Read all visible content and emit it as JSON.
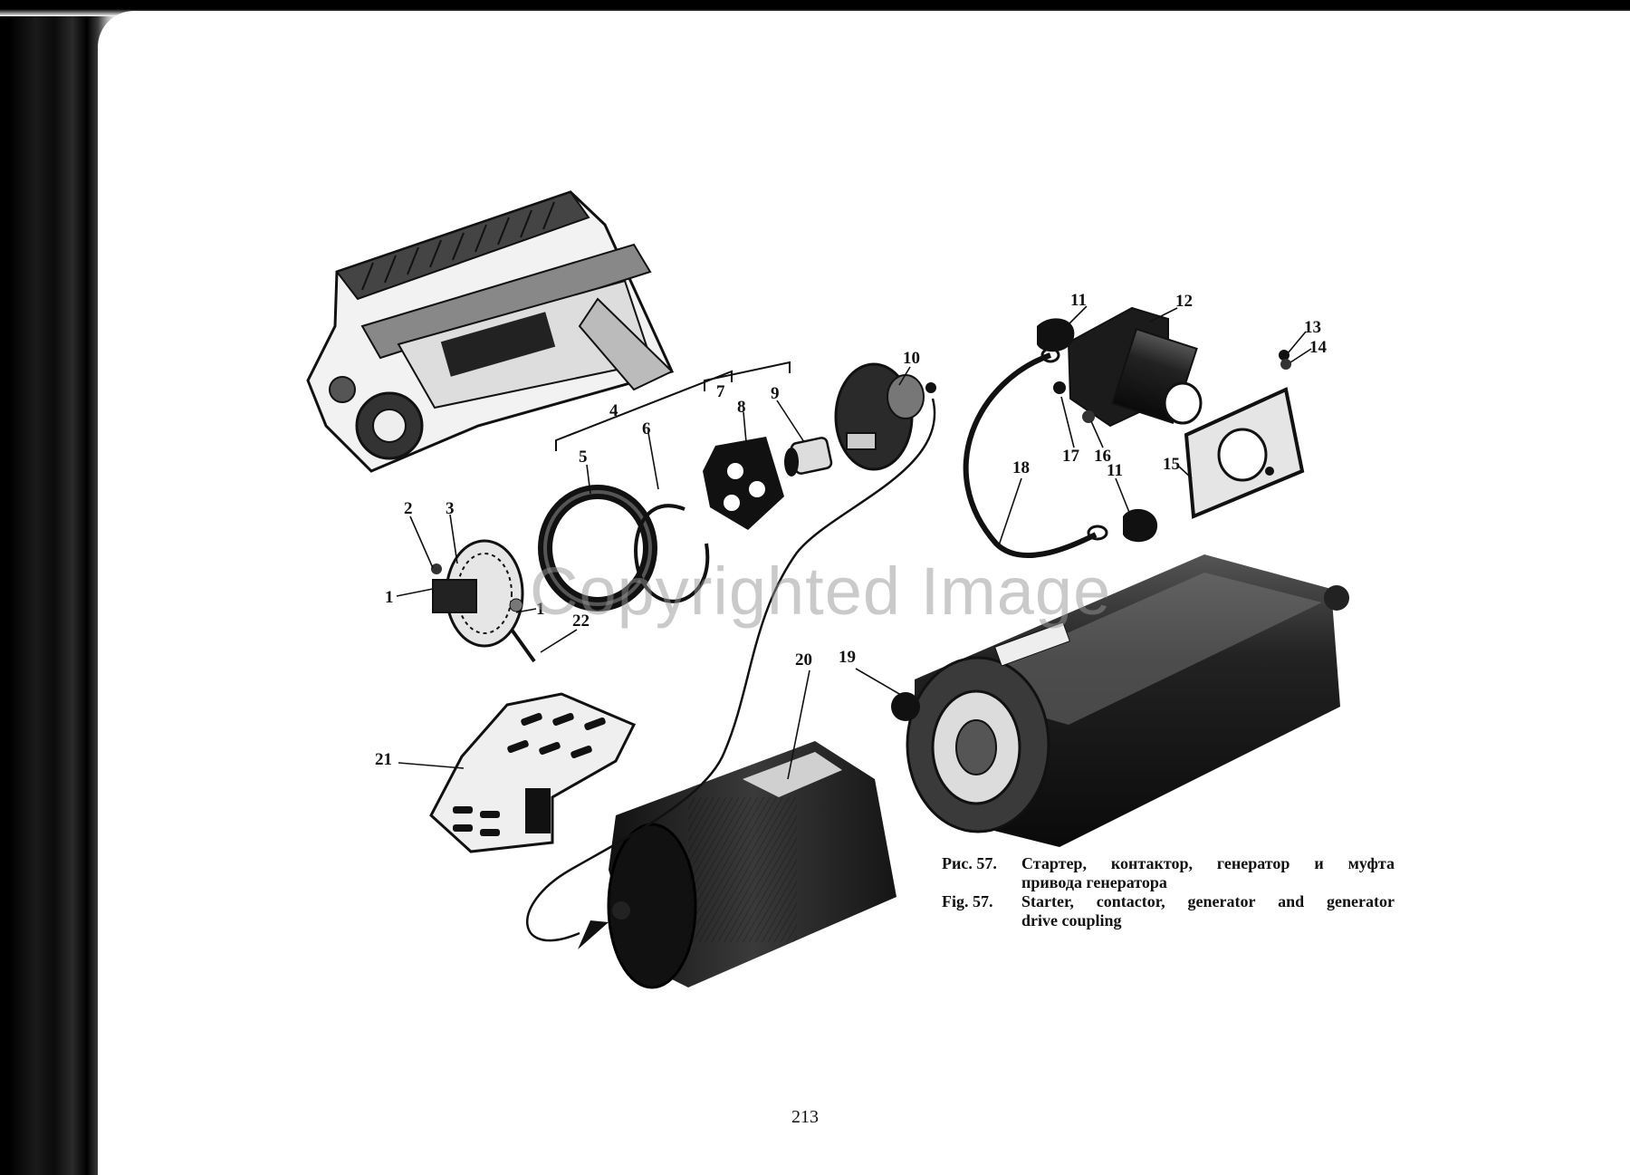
{
  "callouts": {
    "c1a": "1",
    "c1b": "1",
    "c2": "2",
    "c3": "3",
    "c4": "4",
    "c5": "5",
    "c6": "6",
    "c7": "7",
    "c8": "8",
    "c9": "9",
    "c10": "10",
    "c11a": "11",
    "c11b": "11",
    "c12": "12",
    "c13": "13",
    "c14": "14",
    "c15": "15",
    "c16": "16",
    "c17": "17",
    "c18": "18",
    "c19": "19",
    "c20": "20",
    "c21": "21",
    "c22": "22"
  },
  "watermark": "Copyrighted Image",
  "caption": {
    "ru_prefix": "Рис. 57.",
    "ru_line1": "Стартер, контактор, генератор и муфта",
    "ru_line2": "привода генератора",
    "en_prefix": "Fig. 57.",
    "en_line1": "Starter, contactor, generator and generator",
    "en_line2": "drive coupling"
  },
  "page_number": "213"
}
